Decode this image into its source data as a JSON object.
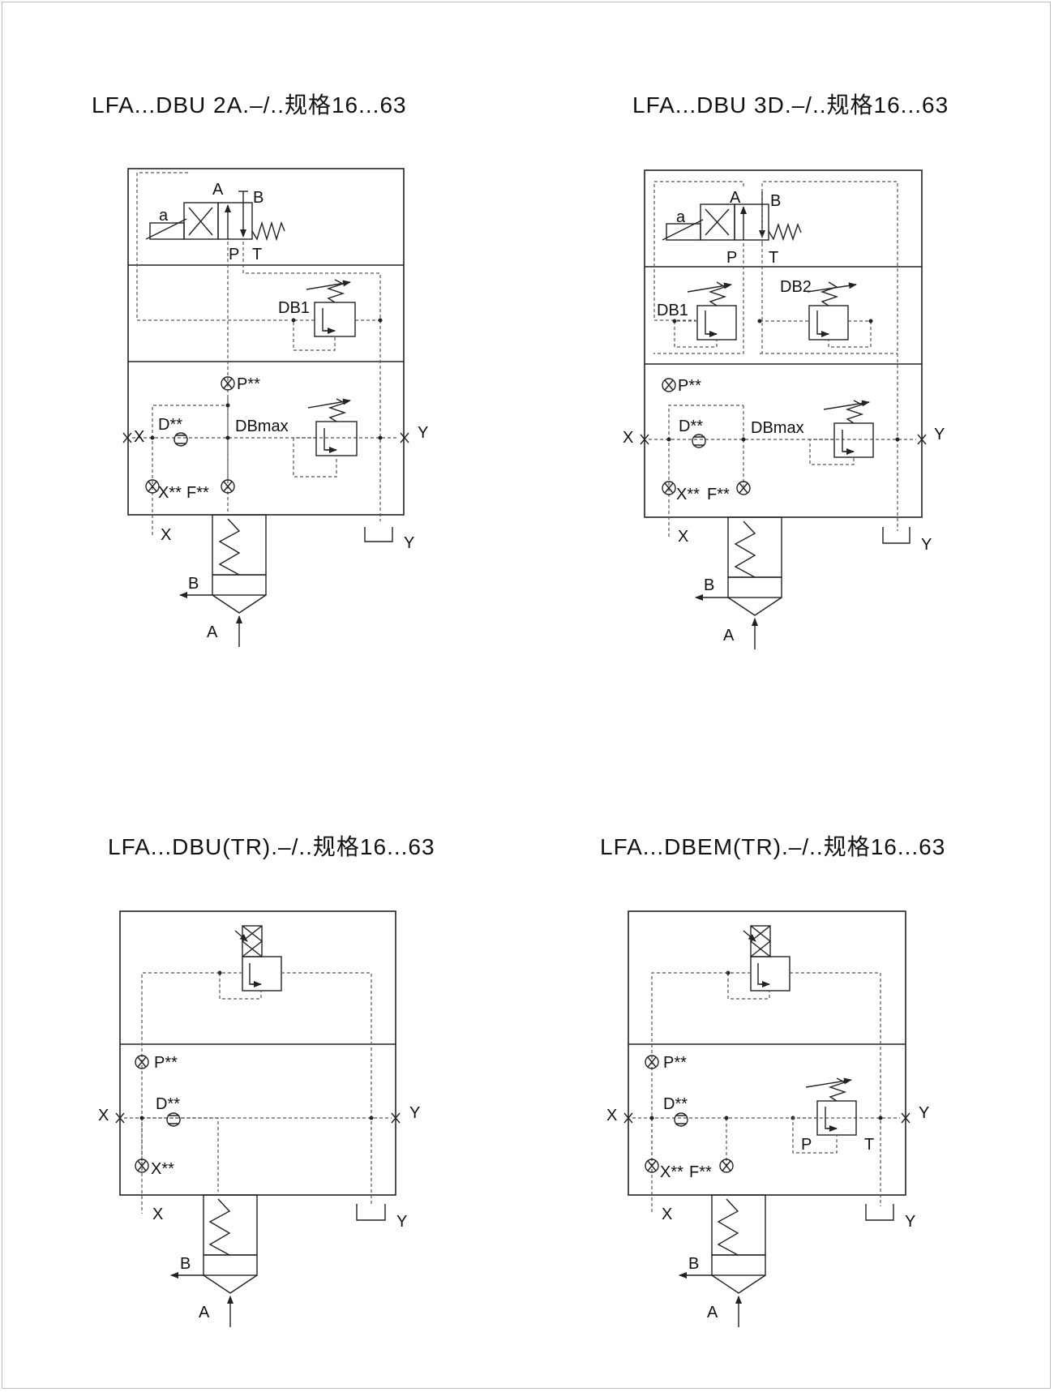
{
  "titles": {
    "d1": "LFA...DBU 2A.–/..规格16...63",
    "d2": "LFA...DBU 3D.–/..规格16...63",
    "d3": "LFA...DBU(TR).–/..规格16...63",
    "d4": "LFA...DBEM(TR).–/..规格16...63"
  },
  "labels": {
    "A": "A",
    "B": "B",
    "P": "P",
    "T": "T",
    "X": "X",
    "Y": "Y",
    "a": "a",
    "DB1": "DB1",
    "DB2": "DB2",
    "DBmax": "DBmax",
    "Pss": "P**",
    "Dss": "D**",
    "Xss": "X**",
    "Fss": "F**"
  },
  "colors": {
    "line": "#222222",
    "frame": "#bdbdbd"
  }
}
